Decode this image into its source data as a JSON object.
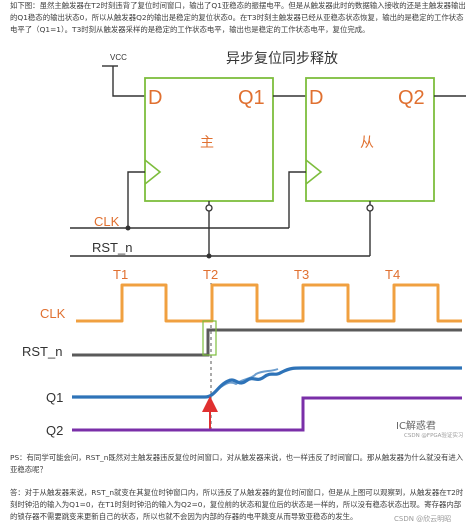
{
  "intro_text": "如下图：虽然主触发器在T2时刻违背了复位时间窗口，输出了Q1亚稳态的振摆电平。但是从触发器此时的数据输入接收的还是主触发器输出的Q1稳态的输出状态0，所以从触发器Q2的输出是稳定的复位状态0。在T3时刻主触发器已经从亚稳态状态恢复，输出的是稳定的工作状态电平了（Q1=1）。T3时刻从触发器采样的是稳定的工作状态电平，输出也是稳定的工作状态电平，复位完成。",
  "diagram": {
    "title": "异步复位同步释放",
    "vcc": "VCC",
    "ff1": {
      "d": "D",
      "q": "Q1",
      "name": "主"
    },
    "ff2": {
      "d": "D",
      "q": "Q2",
      "name": "从"
    },
    "clk": "CLK",
    "rst": "RST_n"
  },
  "timing": {
    "t_labels": [
      "T1",
      "T2",
      "T3",
      "T4"
    ],
    "signals": [
      "CLK",
      "RST_n",
      "Q1",
      "Q2"
    ],
    "colors": {
      "clk": "#f0a040",
      "rst": "#5a5a5a",
      "q1": "#2e73b8",
      "q2": "#7a2fa8",
      "arrow": "#e03030",
      "box": "#8bc34a",
      "dash": "#444444"
    }
  },
  "watermark": {
    "main": "IC解惑君",
    "sub1": "CSDN @FPGA验证实习",
    "sub2": "CSDN @欣云明昭"
  },
  "ps_text": "PS：有同学可能会问，RST_n既然对主触发器违反复位时间窗口，对从触发器来说，也一样违反了时间窗口。那从触发器为什么就没有进入亚稳态呢？",
  "answer_text": "答：对于从触发器来说，RST_n就变在其复位时钟窗口内，所以违反了从触发器的复位时间窗口，但是从上图可以观察到，从触发器在T2时刻时钟沿的输入为Q1=0，在T1时刻时钟沿的输入为Q2=0，复位前的状态和复位后的状态是一样的，所以没有稳态状态出现。寄存器内部的锁存器不需要跳变来更新自己的状态，所以也就不会因为内部的存器的电平跳变从而导致亚稳态的发生。"
}
